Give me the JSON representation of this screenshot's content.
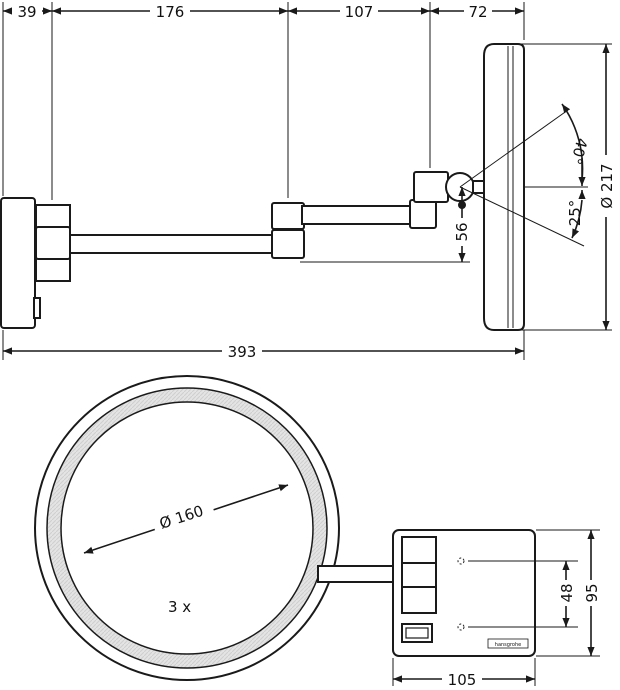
{
  "dimensions": {
    "d39": "39",
    "d176": "176",
    "d107": "107",
    "d72": "72",
    "d393": "393",
    "d56": "56",
    "d217": "Ø 217",
    "a40": "40°",
    "a25": "25°",
    "d160": "Ø 160",
    "mag": "3 x",
    "d48": "48",
    "d95": "95",
    "d105": "105"
  },
  "logo_text": "hansgrohe"
}
